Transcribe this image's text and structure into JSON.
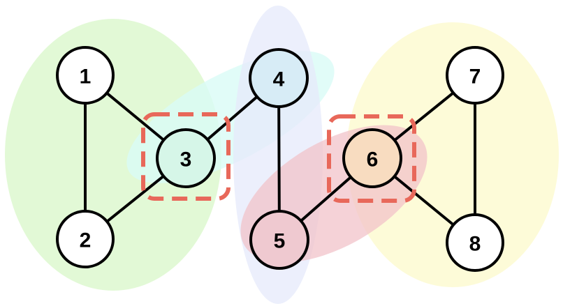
{
  "diagram": {
    "colors": {
      "green_region": "#e2f9d6",
      "cyan_region": "#d9fbf6",
      "blue_region": "#e5eafb",
      "red_region": "#f2c3c9",
      "yellow_region": "#fdfbd8",
      "highlight": "#e8685a",
      "node_default": "#ffffff",
      "node_3": "#d6f6e8",
      "node_4": "#d7ecf6",
      "node_5": "#efc9d0",
      "node_6": "#f8dcc0"
    },
    "nodes": [
      {
        "id": "1",
        "label": "1"
      },
      {
        "id": "2",
        "label": "2"
      },
      {
        "id": "3",
        "label": "3"
      },
      {
        "id": "4",
        "label": "4"
      },
      {
        "id": "5",
        "label": "5"
      },
      {
        "id": "6",
        "label": "6"
      },
      {
        "id": "7",
        "label": "7"
      },
      {
        "id": "8",
        "label": "8"
      }
    ],
    "edges": [
      [
        "1",
        "2"
      ],
      [
        "1",
        "3"
      ],
      [
        "2",
        "3"
      ],
      [
        "3",
        "4"
      ],
      [
        "4",
        "5"
      ],
      [
        "5",
        "6"
      ],
      [
        "6",
        "7"
      ],
      [
        "6",
        "8"
      ],
      [
        "7",
        "8"
      ]
    ],
    "groups": [
      {
        "id": "green",
        "members": [
          "1",
          "2",
          "3"
        ]
      },
      {
        "id": "cyan",
        "members": [
          "3",
          "4"
        ]
      },
      {
        "id": "blue",
        "members": [
          "4",
          "5"
        ]
      },
      {
        "id": "red",
        "members": [
          "5",
          "6"
        ]
      },
      {
        "id": "yellow",
        "members": [
          "6",
          "7",
          "8"
        ]
      }
    ],
    "highlighted_nodes": [
      "3",
      "6"
    ]
  }
}
